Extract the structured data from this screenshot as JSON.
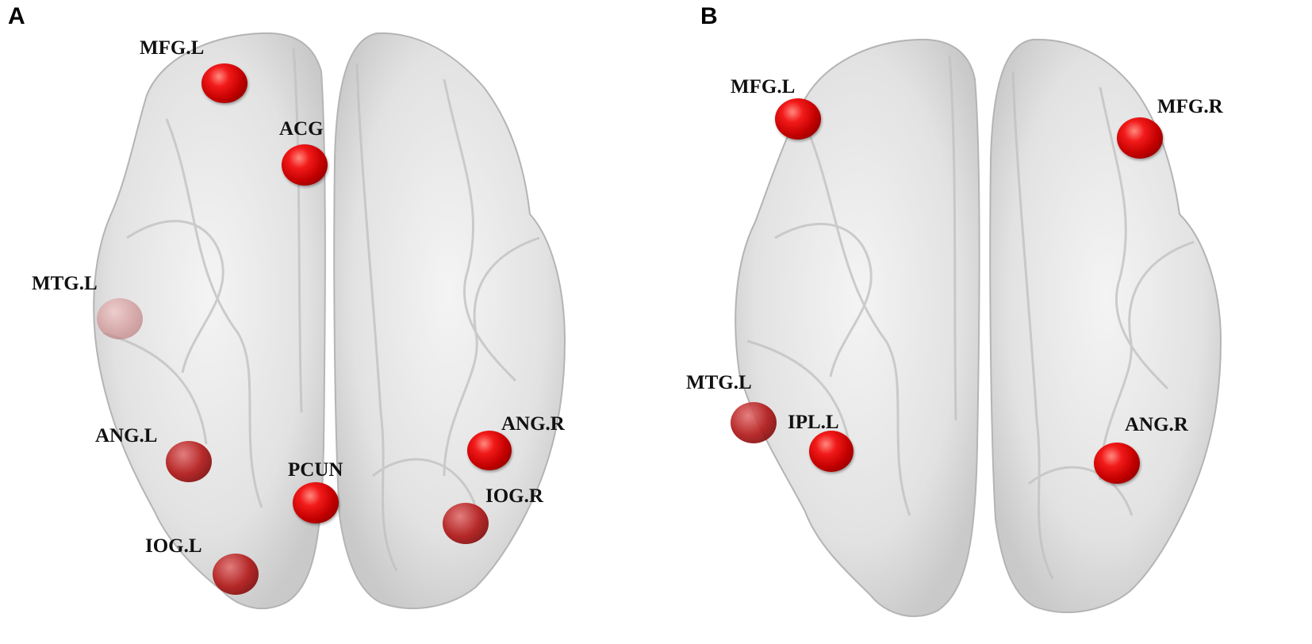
{
  "panels": [
    {
      "letter": "A",
      "regions": [
        {
          "label": "MFG.L"
        },
        {
          "label": "ACG"
        },
        {
          "label": "MTG.L"
        },
        {
          "label": "ANG.L"
        },
        {
          "label": "PCUN"
        },
        {
          "label": "ANG.R"
        },
        {
          "label": "IOG.R"
        },
        {
          "label": "IOG.L"
        }
      ]
    },
    {
      "letter": "B",
      "regions": [
        {
          "label": "MFG.L"
        },
        {
          "label": "MFG.R"
        },
        {
          "label": "MTG.L"
        },
        {
          "label": "IPL.L"
        },
        {
          "label": "ANG.R"
        }
      ]
    }
  ],
  "colors": {
    "brain_fill": "#e6e6e6",
    "brain_stroke": "#b4b4b4",
    "node": "#dd0000"
  }
}
